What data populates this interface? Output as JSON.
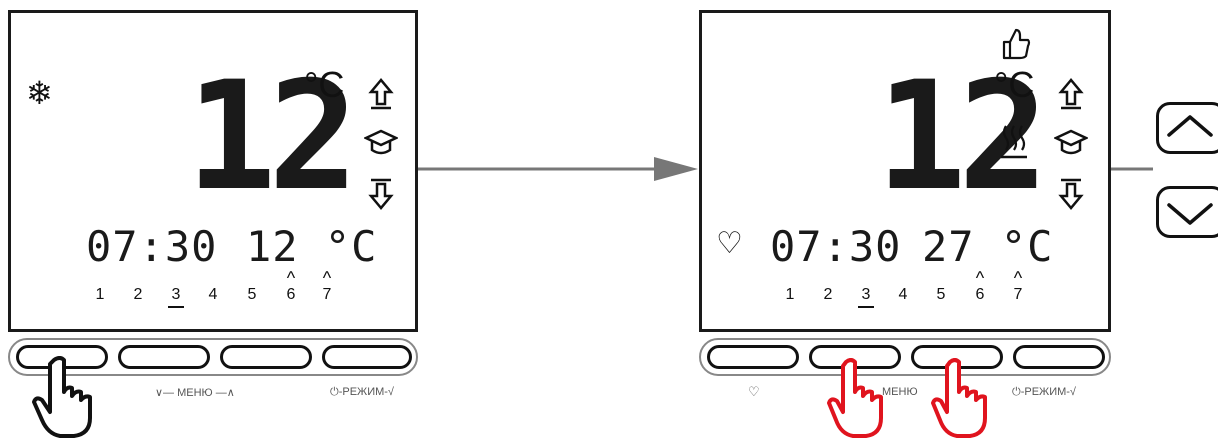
{
  "left_panel": {
    "temperature_big": "12",
    "unit": "°C",
    "time": "07:30",
    "set_temp": "12 °C",
    "days": [
      "1",
      "2",
      "3",
      "4",
      "5",
      "6",
      "7"
    ],
    "active_day": "3",
    "button_labels": {
      "menu": "∨— МЕНЮ —∧",
      "mode": "⏻-РЕЖИМ-√"
    }
  },
  "right_panel": {
    "temperature_big": "12",
    "unit": "°C",
    "time": "07:30",
    "set_temp": "27 °C",
    "days": [
      "1",
      "2",
      "3",
      "4",
      "5",
      "6",
      "7"
    ],
    "active_day": "3",
    "button_labels": {
      "heart": "♡",
      "menu": "МЕНЮ",
      "mode": "⏻-РЕЖИМ-√"
    }
  },
  "side_controls": [
    "up-chevron-icon",
    "down-chevron-icon"
  ],
  "colors": {
    "lcd_border": "#1a1a1a",
    "arrow": "#777777",
    "hand_highlight": "#e0141e"
  }
}
